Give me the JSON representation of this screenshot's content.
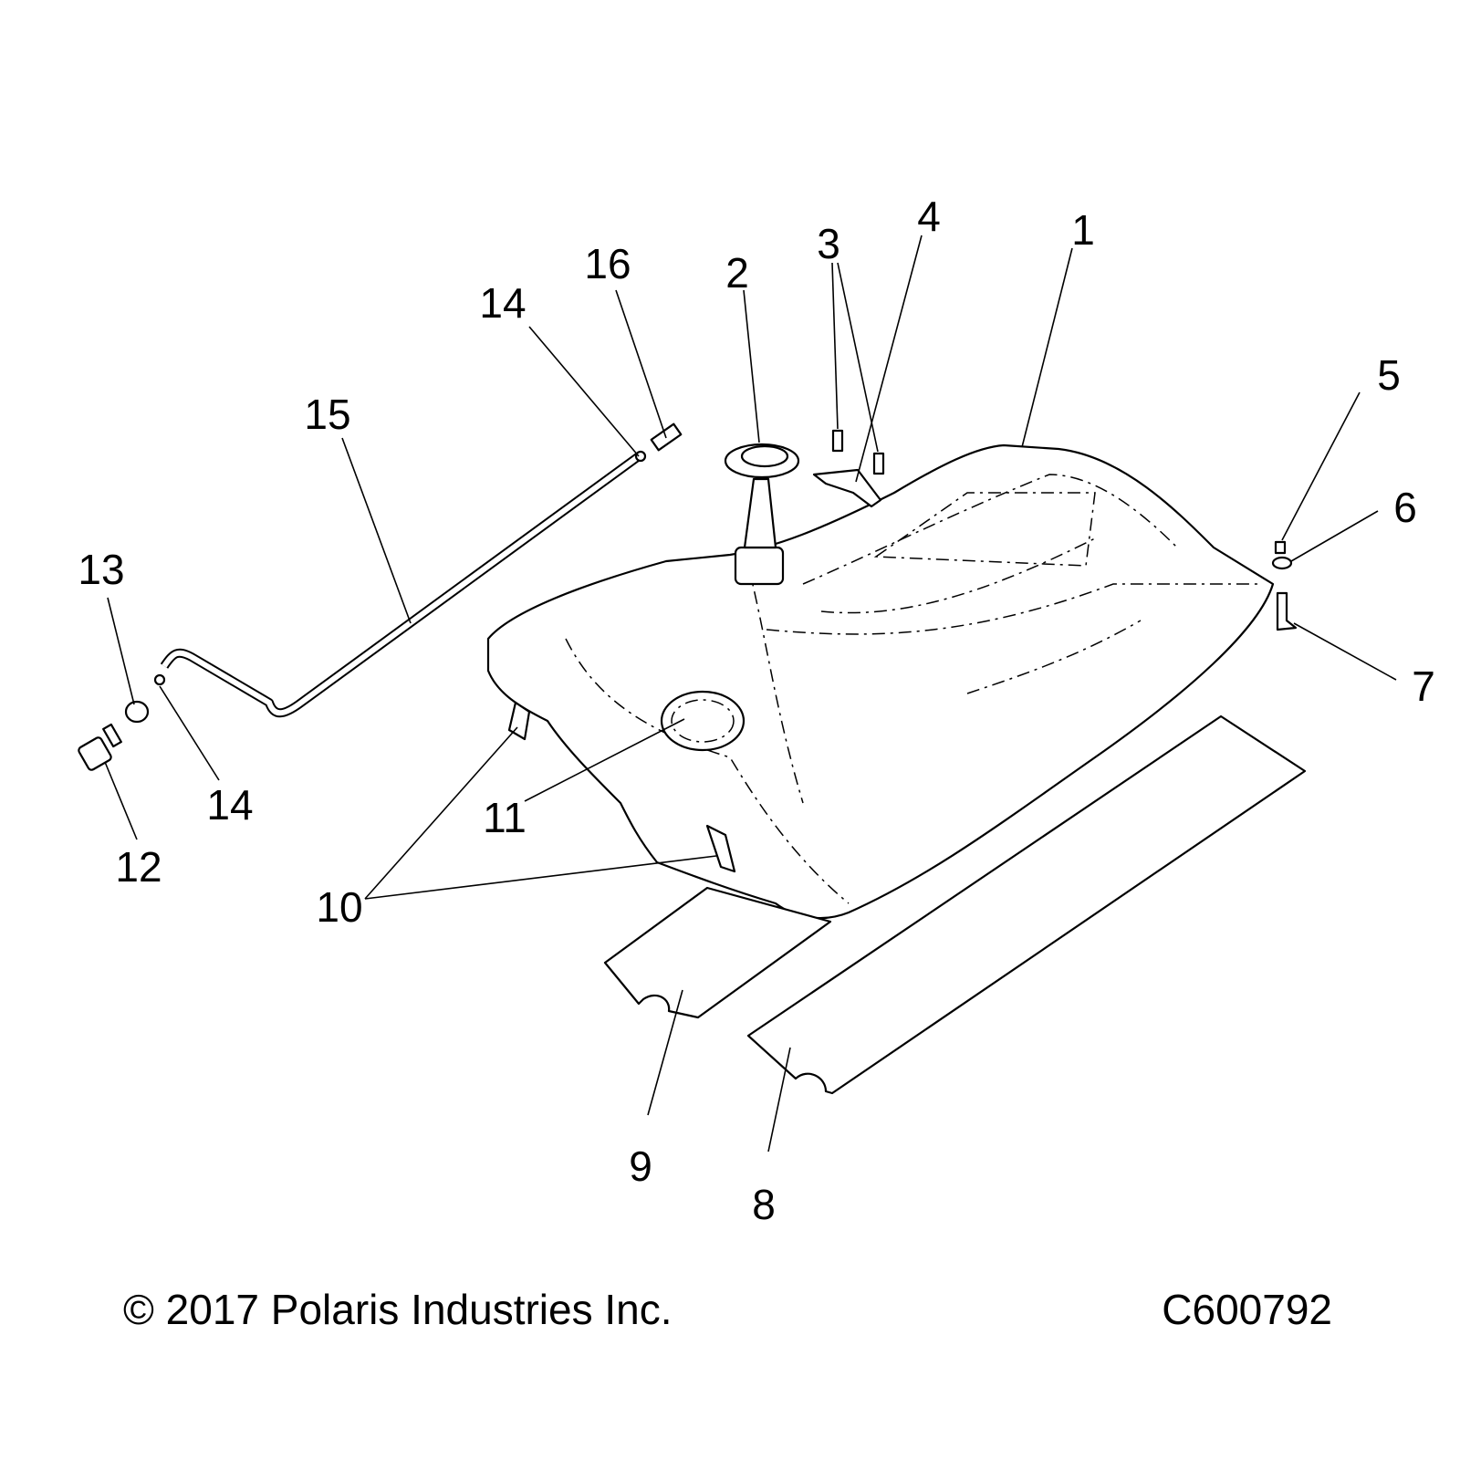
{
  "diagram": {
    "callouts": [
      {
        "id": "1",
        "label": "1"
      },
      {
        "id": "2",
        "label": "2"
      },
      {
        "id": "3",
        "label": "3"
      },
      {
        "id": "4",
        "label": "4"
      },
      {
        "id": "5",
        "label": "5"
      },
      {
        "id": "6",
        "label": "6"
      },
      {
        "id": "7",
        "label": "7"
      },
      {
        "id": "8",
        "label": "8"
      },
      {
        "id": "9",
        "label": "9"
      },
      {
        "id": "10",
        "label": "10"
      },
      {
        "id": "11",
        "label": "11"
      },
      {
        "id": "12",
        "label": "12"
      },
      {
        "id": "13",
        "label": "13"
      },
      {
        "id": "14a",
        "label": "14"
      },
      {
        "id": "14b",
        "label": "14"
      },
      {
        "id": "15",
        "label": "15"
      },
      {
        "id": "16",
        "label": "16"
      }
    ]
  },
  "footer": {
    "copyright": "© 2017 Polaris Industries Inc.",
    "drawing_id": "C600792"
  }
}
